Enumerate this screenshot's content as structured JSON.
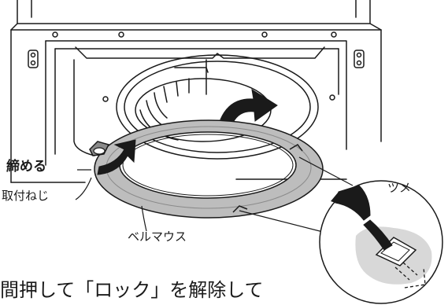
{
  "labels": {
    "tighten": "締める",
    "mounting_screw": "取付ねじ",
    "bellmouth": "ベルマウス",
    "tab": "ツメ"
  },
  "caption": "間押して「ロック」を解除して",
  "colors": {
    "line": "#1a1a1a",
    "ring_fill": "#bdbdbd",
    "ring_edge": "#8a8a8a",
    "inset_shadow": "#d8d8d8",
    "background": "#ffffff"
  },
  "icons": {
    "rotate_arrow": "curved-arrow-right",
    "tighten_arrow": "curved-arrow-down",
    "release_arrow": "dashed-arrow"
  }
}
